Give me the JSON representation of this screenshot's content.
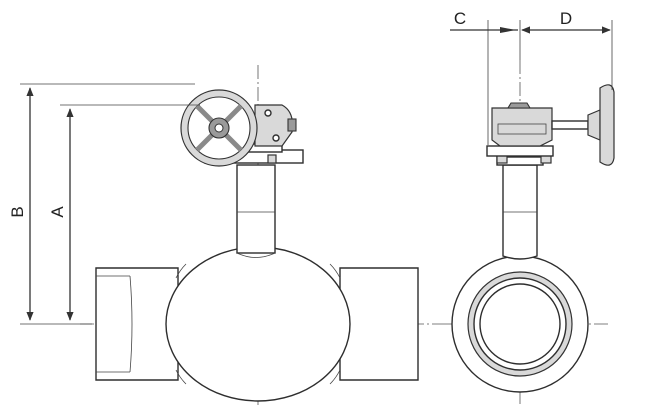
{
  "dimensions": {
    "a": "A",
    "b": "B",
    "c": "C",
    "d": "D"
  },
  "views": [
    "front-view",
    "side-view"
  ]
}
